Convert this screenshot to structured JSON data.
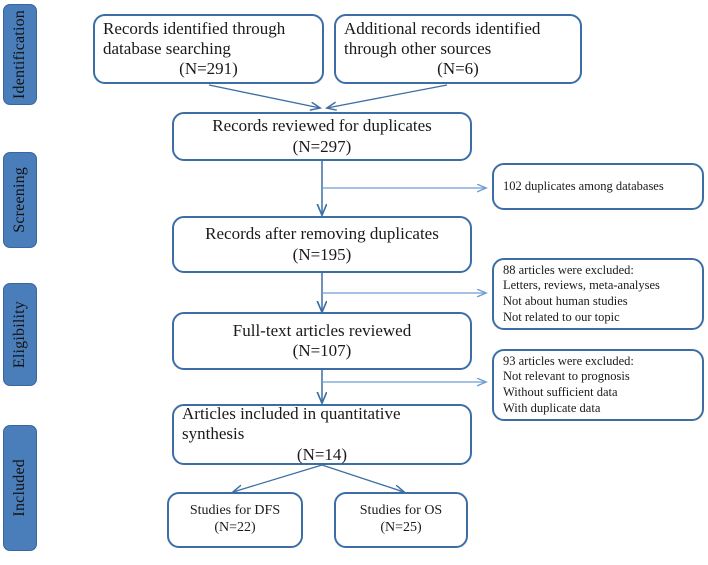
{
  "diagram": {
    "title": "PRISMA study selection flow diagram",
    "colors": {
      "stage_fill": "#4a7ebb",
      "stage_border": "#3a669e",
      "box_border": "#3c6ea5",
      "arrow_dark": "#3c6ea5",
      "arrow_light": "#6f9ed4",
      "text": "#1a1a1a",
      "background": "#ffffff"
    },
    "stages": [
      {
        "label": "Identification"
      },
      {
        "label": "Screening"
      },
      {
        "label": "Eligibility"
      },
      {
        "label": "Included"
      }
    ],
    "boxes": {
      "records_database": {
        "line1": "Records identified through",
        "line2": "database searching",
        "line3": "(N=291)"
      },
      "records_other": {
        "line1": "Additional records identified",
        "line2": "through other sources",
        "line3": "(N=6)"
      },
      "reviewed_duplicates": {
        "line1": "Records reviewed for duplicates",
        "line2": "(N=297)"
      },
      "after_duplicates": {
        "line1": "Records after removing duplicates",
        "line2": "(N=195)"
      },
      "fulltext_reviewed": {
        "line1": "Full-text articles reviewed",
        "line2": "(N=107)"
      },
      "included_synthesis": {
        "line1": "Articles included in quantitative",
        "line2": "synthesis",
        "line3": "(N=14)"
      },
      "studies_dfs": {
        "line1": "Studies for DFS",
        "line2": "(N=22)"
      },
      "studies_os": {
        "line1": "Studies for OS",
        "line2": "(N=25)"
      }
    },
    "exclusions": {
      "duplicates_removed": {
        "line1": "102 duplicates  among  databases"
      },
      "excluded_88": {
        "line1": "88 articles  were excluded:",
        "line2": "Letters, reviews, meta-analyses",
        "line3": "Not about human  studies",
        "line4": "Not related to our topic"
      },
      "excluded_93": {
        "line1": "93 articles  were excluded:",
        "line2": "Not relevant to prognosis",
        "line3": "Without sufficient  data",
        "line4": "With duplicate  data"
      }
    }
  }
}
